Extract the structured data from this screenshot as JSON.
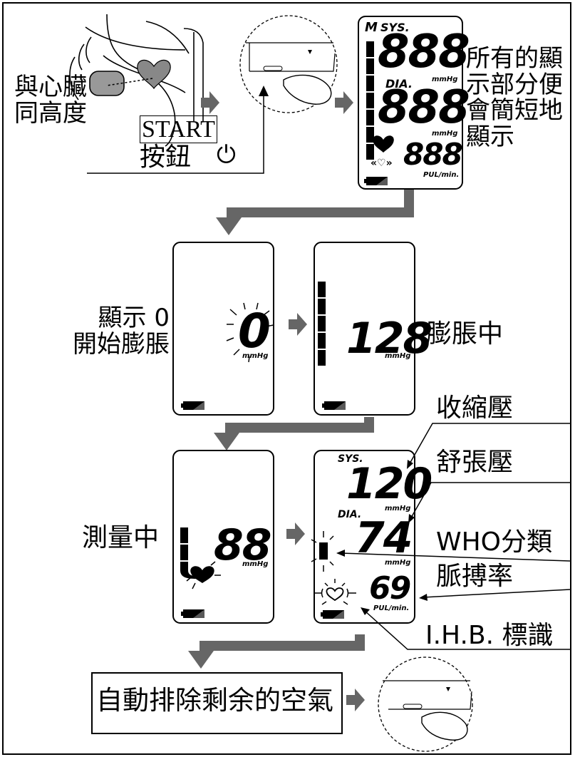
{
  "step1": {
    "heart_level_text": "與心臟\n同高度",
    "start_label": "START",
    "button_label": "按鈕",
    "power_symbol": "⏻",
    "display_all_text": "所有的顯\n示部分便\n會簡短地\n顯示"
  },
  "lcd_full": {
    "memory_mark": "M",
    "sys_label": "SYS.",
    "dia_label": "DIA.",
    "sys_value": "888",
    "dia_value": "888",
    "pulse_value": "888",
    "unit": "mmHg",
    "pulse_unit": "PUL/min."
  },
  "step2": {
    "zero_text": "顯示 0\n開始膨脹",
    "zero_value": "0",
    "inflating_text": "膨脹中",
    "inflating_value": "128",
    "unit": "mmHg"
  },
  "step3": {
    "measuring_text": "測量中",
    "measuring_value": "88",
    "unit": "mmHg"
  },
  "result": {
    "sys_label": "SYS.",
    "dia_label": "DIA.",
    "sys_value": "120",
    "dia_value": "74",
    "pulse_value": "69",
    "unit": "mmHg",
    "pulse_unit": "PUL/min.",
    "systolic_label": "收縮壓",
    "diastolic_label": "舒張壓",
    "who_label": "WHO分類",
    "pulse_label": "脈搏率",
    "ihb_label": "I.H.B. 標識"
  },
  "step4": {
    "release_text": "自動排除剩余的空氣"
  },
  "colors": {
    "arrow": "#666666",
    "stroke": "#000000"
  },
  "icons": [
    "hand-cuff-illustration",
    "button-press-icon",
    "heart-icon",
    "battery-icon",
    "ihb-heart-icon",
    "arrow-right-icon",
    "arrow-elbow-icon"
  ]
}
